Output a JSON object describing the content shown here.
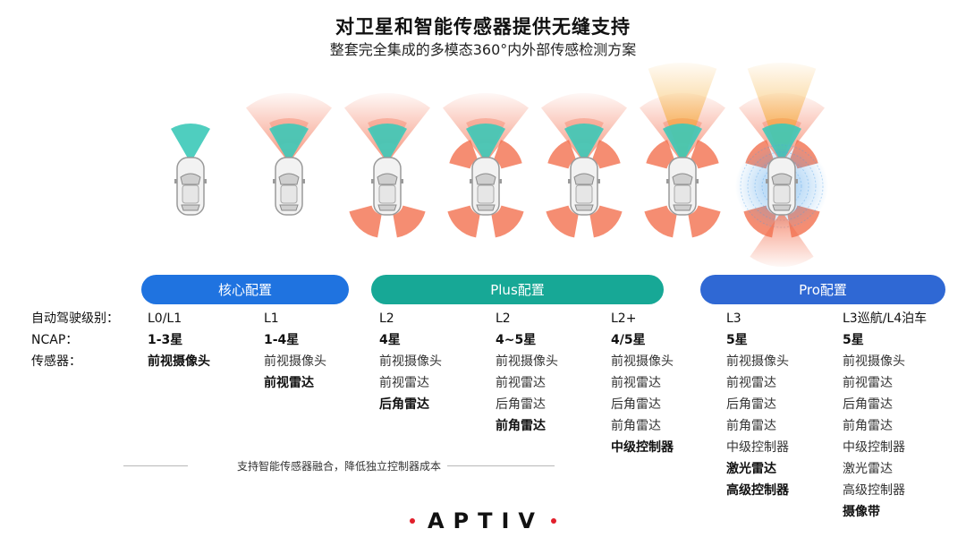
{
  "header": {
    "title": "对卫星和智能传感器提供无缝支持",
    "subtitle": "整套完全集成的多模态360°内外部传感检测方案"
  },
  "tiers": {
    "core": "核心配置",
    "plus": "Plus配置",
    "pro": "Pro配置"
  },
  "row_labels": {
    "level": "自动驾驶级别：",
    "ncap": "NCAP：",
    "sensors": "传感器："
  },
  "columns": [
    {
      "level": "L0/L1",
      "ncap": "1-3星",
      "sensors": [
        {
          "t": "前视摄像头",
          "b": true
        }
      ]
    },
    {
      "level": "L1",
      "ncap": "1-4星",
      "sensors": [
        {
          "t": "前视摄像头",
          "b": false
        },
        {
          "t": "前视雷达",
          "b": true
        }
      ]
    },
    {
      "level": "L2",
      "ncap": "4星",
      "sensors": [
        {
          "t": "前视摄像头",
          "b": false
        },
        {
          "t": "前视雷达",
          "b": false
        },
        {
          "t": "后角雷达",
          "b": true
        }
      ]
    },
    {
      "level": "L2",
      "ncap": "4~5星",
      "sensors": [
        {
          "t": "前视摄像头",
          "b": false
        },
        {
          "t": "前视雷达",
          "b": false
        },
        {
          "t": "后角雷达",
          "b": false
        },
        {
          "t": "前角雷达",
          "b": true
        }
      ]
    },
    {
      "level": "L2+",
      "ncap": "4/5星",
      "sensors": [
        {
          "t": "前视摄像头",
          "b": false
        },
        {
          "t": "前视雷达",
          "b": false
        },
        {
          "t": "后角雷达",
          "b": false
        },
        {
          "t": "前角雷达",
          "b": false
        },
        {
          "t": "中级控制器",
          "b": true
        }
      ]
    },
    {
      "level": "L3",
      "ncap": "5星",
      "sensors": [
        {
          "t": "前视摄像头",
          "b": false
        },
        {
          "t": "前视雷达",
          "b": false
        },
        {
          "t": "后角雷达",
          "b": false
        },
        {
          "t": "前角雷达",
          "b": false
        },
        {
          "t": "中级控制器",
          "b": false
        },
        {
          "t": "激光雷达",
          "b": true
        },
        {
          "t": "高级控制器",
          "b": true
        }
      ]
    },
    {
      "level": "L3巡航/L4泊车",
      "ncap": "5星",
      "sensors": [
        {
          "t": "前视摄像头",
          "b": false
        },
        {
          "t": "前视雷达",
          "b": false
        },
        {
          "t": "后角雷达",
          "b": false
        },
        {
          "t": "前角雷达",
          "b": false
        },
        {
          "t": "中级控制器",
          "b": false
        },
        {
          "t": "激光雷达",
          "b": false
        },
        {
          "t": "高级控制器",
          "b": false
        },
        {
          "t": "摄像带",
          "b": true
        }
      ]
    }
  ],
  "footnote": "支持智能传感器融合，降低独立控制器成本",
  "logo": "APTIV",
  "colors": {
    "camera": "#3cc9b8",
    "radar": "#f3704f",
    "lidar": "#f5a623",
    "ultrasonic": "#4a9fe8",
    "core": "#1f73e0",
    "plus": "#17a896",
    "pro": "#2f68d4",
    "logo_dot": "#e11f2b"
  }
}
